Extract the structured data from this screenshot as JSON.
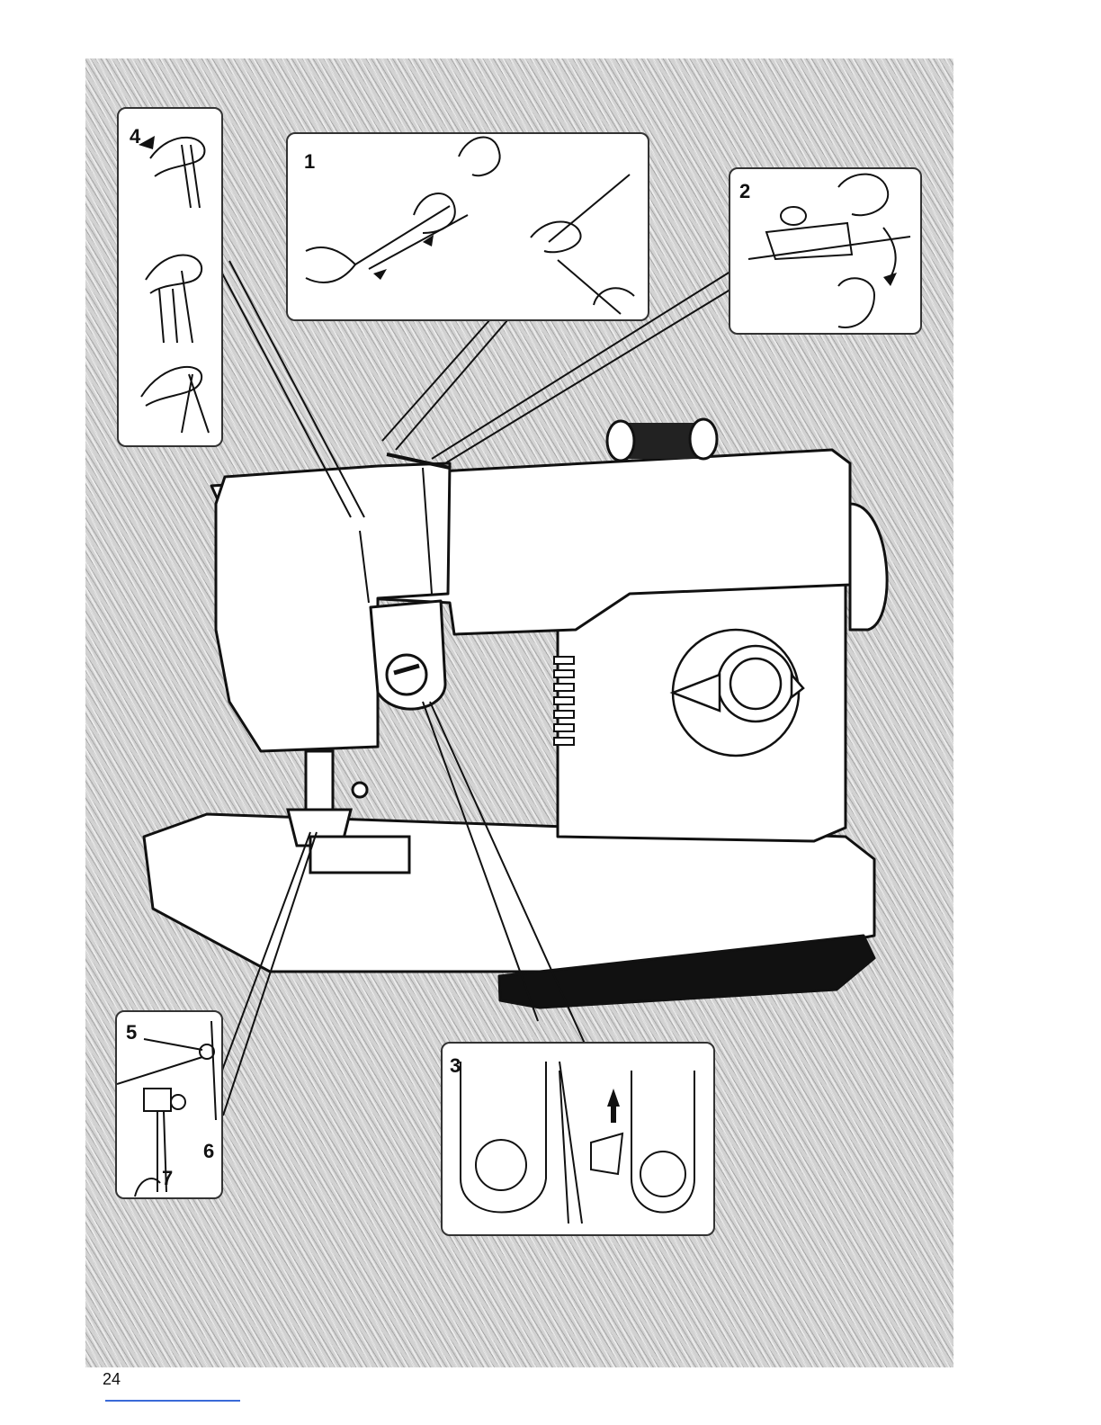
{
  "page": {
    "number": "24"
  },
  "insets": [
    {
      "id": "inset-1",
      "label": "1"
    },
    {
      "id": "inset-2",
      "label": "2"
    },
    {
      "id": "inset-3",
      "label": "3"
    },
    {
      "id": "inset-4",
      "label": "4"
    },
    {
      "id": "inset-567",
      "labels": [
        "5",
        "6",
        "7"
      ]
    }
  ],
  "colors": {
    "paper": "#ffffff",
    "texture": "#d2d2d2",
    "ink": "#111111",
    "machine_base": "#111111",
    "footer_rule": "#3a6ad8"
  },
  "icons": [
    "thread-spool-icon",
    "hand-icon",
    "arrow-icon",
    "dial-icon"
  ]
}
